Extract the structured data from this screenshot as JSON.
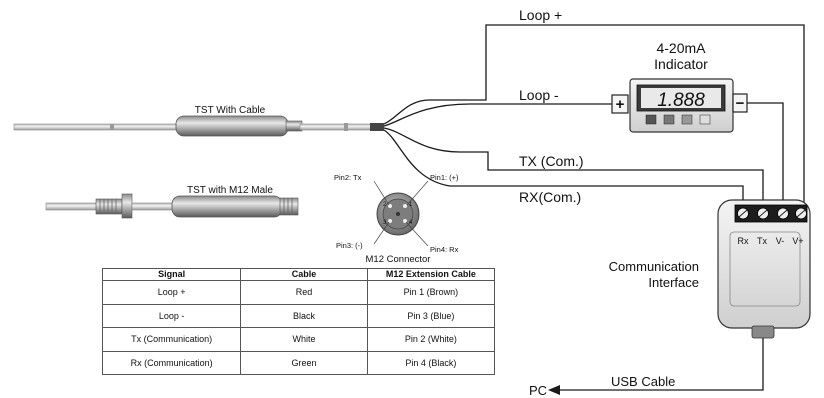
{
  "wires": {
    "loop_plus": "Loop +",
    "loop_minus": "Loop -",
    "tx": "TX (Com.)",
    "rx": "RX(Com.)",
    "usb": "USB Cable",
    "pc": "PC"
  },
  "indicator": {
    "title_line1": "4-20mA",
    "title_line2": "Indicator",
    "display": "1.888",
    "plus_terminal": "+",
    "minus_terminal": "−"
  },
  "sensors": {
    "cable_label": "TST With Cable",
    "m12_label": "TST with M12 Male"
  },
  "connector": {
    "caption": "M12 Connector",
    "pin1": "Pin1: (+)",
    "pin2": "Pin2: Tx",
    "pin3": "Pin3: (-)",
    "pin4": "Pin4: Rx",
    "pin_numbers": [
      "1",
      "2",
      "3",
      "4"
    ]
  },
  "interface": {
    "terminals": [
      "Rx",
      "Tx",
      "V-",
      "V+"
    ],
    "caption_line1": "Communication",
    "caption_line2": "Interface"
  },
  "table": {
    "headers": [
      "Signal",
      "Cable",
      "M12 Extension Cable"
    ],
    "rows": [
      [
        "Loop +",
        "Red",
        "Pin 1 (Brown)"
      ],
      [
        "Loop -",
        "Black",
        "Pin 3 (Blue)"
      ],
      [
        "Tx (Communication)",
        "White",
        "Pin 2 (White)"
      ],
      [
        "Rx (Communication)",
        "Green",
        "Pin 4 (Black)"
      ]
    ]
  },
  "colors": {
    "wire": "#1a1a1a",
    "metal_dark": "#6f6f6f",
    "metal_light": "#dcdcdc",
    "device_body": "#e6e6e6"
  }
}
